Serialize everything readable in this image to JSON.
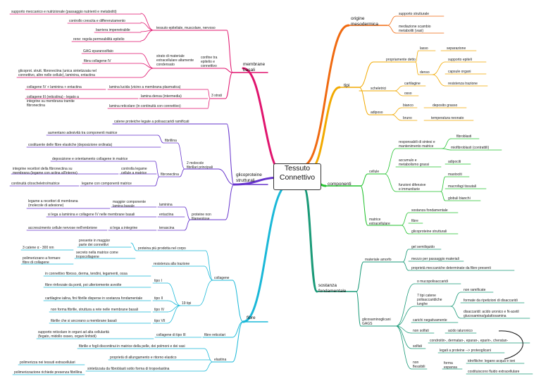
{
  "center": "Tessuto\nConnettivo",
  "colors": {
    "membrane": "#e0146e",
    "glicoproteine": "#6633cc",
    "fibre": "#1ab8d8",
    "origine": "#f06a10",
    "tipi": "#f2a900",
    "componenti": "#22c22e",
    "sostanza": "#1a9a78",
    "leaf": "#7c7c7c"
  },
  "branches": {
    "membrane": {
      "label": "membrane\nbasali",
      "tessuto_group": {
        "label": "tessuto epiteliale, muscolare, nervoso",
        "items": [
          "supporto meccanico e nutrizionale (passaggio nutrienti e metaboliti)",
          "controllo crescita e differenziamento",
          "barriera impenetrabile",
          "rene: regola permeabilità epitelio"
        ]
      },
      "strato_group": {
        "label": "strato di materiale\nextracellulare altamente\ncondensato",
        "confine": "confine tra\nepitelio e\nconnettivo",
        "items": [
          "GAG eparansolfato",
          "fibra collagene IV",
          "glicoprot. strutt. fibronectina (unica sintetizzata nel\nconnettivo, altre nelle cellule), laminina, entactina"
        ]
      },
      "strati_group": {
        "label": "3 strati",
        "lucida": "lamina lucida (vicino a membrana plasmatica)",
        "lucida_note": "collagene IV + laminina + entactina",
        "densa": "lamina densa (intermedia)",
        "densa_note": "collagene III (reticolina) - legato a\nintegrine su membrana tramite\nfibronectina",
        "reticolare": "lamina reticolare (in continuità con connettivo)"
      }
    },
    "glicoproteine": {
      "label": "glicoproteine\nstrutturali",
      "catene": "catene proteiche legate a polisaccaridi ramificati",
      "molecole": "2 molecole\nfibrillari principali",
      "fibrillina": "fibrillina",
      "fibrillina_items": [
        "aumentano adesività tra componenti matrice",
        "costituente delle fibre elastiche (deposizione ordinata)"
      ],
      "fibronectina": "fibronectina",
      "fibronectina_items": [
        "deposizione e orientamento collagene in matrice",
        "integrine recettori della fibronectina su\nmembrana (legame con actina all'interno)",
        "legame con componenti matrice",
        "continuità citoscheletro/matrice"
      ],
      "controlla": "controlla legame\ncellule a matrice",
      "proteine_non": "proteine non\nfilamentose",
      "laminina": "laminina",
      "laminina_a": "legame a recettori di membrana\n(molecole di adesione)",
      "laminina_b": "maggior componente\nlamina basale",
      "entactina": "entactina",
      "entactina_note": "si lega a laminina e collagene IV nelle membrane basali",
      "tenascina": "tenascina",
      "tenascina_a": "si lega a integrine",
      "tenascina_b": "accrescimento cellule nervose nell'embrione"
    },
    "fibre": {
      "label": "fibre",
      "collagene": "collagene",
      "proteina": "proteina più prodotta nel corpo",
      "presente": "presente in maggior\nparte dei connettivi",
      "secreto": "secreto nella matrice come\ntropocollagene",
      "catene": "3 catene α - 300 nm",
      "polimerizzano": "polimerizzano a formare\nfibre di collagene",
      "resistenza": "resistenza alla trazione",
      "tipi19": "19 tipi",
      "tipo1": "tipo I",
      "tipo1_a": "in connettivo fibroso, derma, tendini, legamenti, ossa",
      "tipo1_b": "fibre rinforzate da ponti, poi ulteriormente avvolte",
      "tipo2": "tipo II",
      "tipo2_note": "cartilagine ialina, fini fibrille disperse in sostanza fondamentale",
      "tipo4": "tipo IV",
      "tipo4_note": "non forma fibrille, struttura a rete nelle membrane basali",
      "tipo7": "tipo VII",
      "tipo7_note": "fibrille che si ancorano a membrane basali",
      "reticolari": "fibre reticolari",
      "reticolari_a": "collagene di tipo III",
      "reticolari_b": "supporto reticolare in organi ad alta cellularità\n(fegato, midollo osseo, organi linfoidi)",
      "elastina": "elastina",
      "elastina_a": "fibrille e fogli discontinui in matrice della pelle, dei polmoni e dei vasi",
      "elastina_b": "proprietà di allungamento e ritorno elastico",
      "elastina_c": "sintetizzata da fibroblasti sotto forma di tropoelastina",
      "elastina_d": "polimerizza nei tessuti extracellulari",
      "elastina_e": "polimerizzazione richiede presenza fibrillina"
    },
    "origine": {
      "label": "origine\nmesodermica",
      "items": [
        "supporto strutturale",
        "mediazione scambio\nmetaboliti (vasi)"
      ]
    },
    "tipi": {
      "label": "tipi",
      "propriamente": "propriamente detto",
      "lasso": "lasso",
      "separazione": "separazione",
      "denso": "denso",
      "denso_items": [
        "supporto epiteli",
        "capsule organi",
        "resistenza trazione"
      ],
      "scheletrici": "scheletrici",
      "cartilagine": "cartilagine",
      "osso": "osso",
      "adiposo": "adiposo",
      "bianco": "bianco",
      "bianco_note": "deposito grasso",
      "bruno": "bruno",
      "bruno_note": "temperatura neonato"
    },
    "componenti": {
      "label": "componenti",
      "cellule": "cellule",
      "responsabili": "responsabili di sintesi e\nmantenimento matrice",
      "fibroblasti": "fibroblasti",
      "miofibroblasti": "miofibroblasti (contrattili)",
      "accumulo": "accumulo e\nmetabolismo grassi",
      "adipociti": "adipociti",
      "funzioni": "funzioni difensive\ne immunitarie",
      "difesa_items": [
        "mastociti",
        "macrofagi tissutali",
        "globuli bianchi"
      ],
      "matrice": "matrice\nextracellulare",
      "matrice_items": [
        "sostanza fondamentale",
        "fibre",
        "glicoproteine strutturali"
      ]
    },
    "sostanza": {
      "label": "sostanza\nfondamentale",
      "amorfo": "materiale amorfo",
      "amorfo_items": [
        "gel semiliquido",
        "mezzo per passaggio materiali",
        "proprietà meccaniche determinate da fibre presenti"
      ],
      "gags": "glicosaminoglicani\nGAGS",
      "muco": "o mucopolisaccaridi",
      "catene": "7 tipi catene\npolisaccaridiche\nlunghe",
      "non_ramificate": "non ramificate",
      "unita": "formate da ripetizioni di disaccaridi",
      "disaccaridi": "disaccaridi: acido uronico e N-acetil\nglucosamina/galattosamina",
      "carichi": "carichi negativamente",
      "non_solfati": "non solfati",
      "ialuronico": "acido ialuronico",
      "solfati": "solfati",
      "solfati_a": "condroitin-, dermatan-, eparan-, eparin-, cheratan-",
      "solfati_b": "legati a proteine --> proteoglicani",
      "non_flessibili": "non\nflessibili",
      "forma": "forma\nespansa",
      "idrofiliche": "idrofiliche: legano acqua e ioni",
      "costituiscono": "costituiscono fluido extracellulare"
    }
  }
}
